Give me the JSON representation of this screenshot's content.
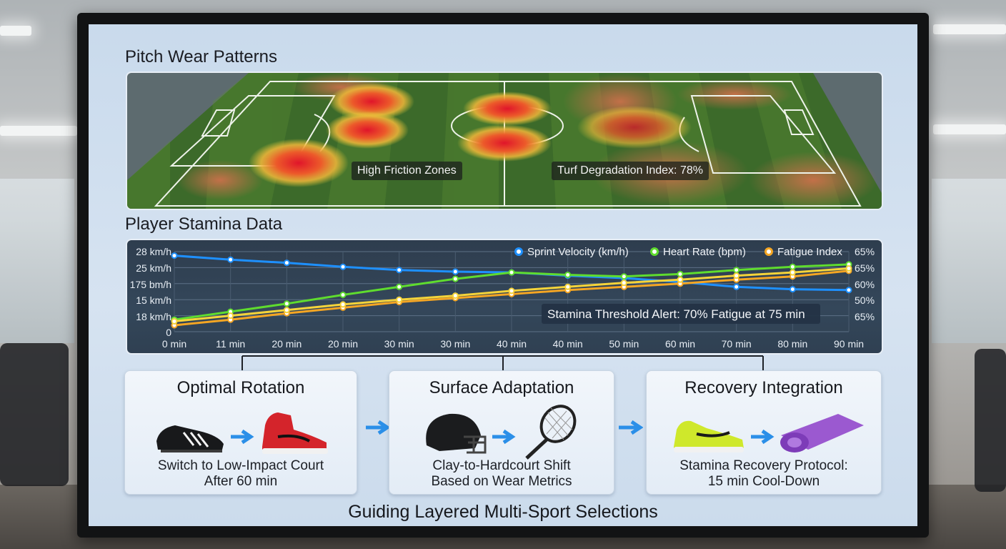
{
  "pitch": {
    "title": "Pitch Wear Patterns",
    "label_friction": "High Friction Zones",
    "label_index": "Turf Degradation Index: 78%"
  },
  "stamina": {
    "title": "Player Stamina Data"
  },
  "chart_data": {
    "type": "line",
    "x_tick_labels": [
      "0 min",
      "11 min",
      "20 min",
      "20 min",
      "30 min",
      "30 min",
      "40 min",
      "40 min",
      "50 min",
      "60 min",
      "70 min",
      "80 min",
      "90 min"
    ],
    "y_left_tick_labels": [
      "28 km/h",
      "25 km/h",
      "175 bm/h",
      "15 km/h",
      "18 km/h",
      "0"
    ],
    "y_right_tick_labels": [
      "65%",
      "65%",
      "60%",
      "50%",
      "65%"
    ],
    "legend_position": "top-right",
    "annotation": "Stamina Threshold Alert: 70% Fatigue at 75 min",
    "series": [
      {
        "name": "Sprint Velocity (km/h)",
        "color": "#1e90ff",
        "values": [
          0.95,
          0.9,
          0.86,
          0.81,
          0.77,
          0.75,
          0.74,
          0.7,
          0.67,
          0.62,
          0.56,
          0.53,
          0.52
        ]
      },
      {
        "name": "Heart Rate (bpm)",
        "color": "#5fdc2e",
        "values": [
          0.15,
          0.25,
          0.35,
          0.46,
          0.56,
          0.66,
          0.74,
          0.71,
          0.69,
          0.72,
          0.77,
          0.81,
          0.84
        ]
      },
      {
        "name": "Fatigue Index",
        "color": "#f5a623",
        "values": [
          0.08,
          0.15,
          0.23,
          0.3,
          0.37,
          0.42,
          0.47,
          0.52,
          0.56,
          0.6,
          0.65,
          0.69,
          0.76
        ]
      }
    ],
    "extra_series_yellow": {
      "color": "#f5d43a",
      "values": [
        0.13,
        0.2,
        0.27,
        0.34,
        0.4,
        0.45,
        0.51,
        0.56,
        0.61,
        0.65,
        0.7,
        0.74,
        0.79
      ]
    }
  },
  "flow": {
    "cards": [
      {
        "title": "Optimal Rotation",
        "desc_line1": "Switch to Low-Impact Court",
        "desc_line2": "After 60 min"
      },
      {
        "title": "Surface Adaptation",
        "desc_line1": "Clay-to-Hardcourt Shift",
        "desc_line2": "Based on Wear Metrics"
      },
      {
        "title": "Recovery Integration",
        "desc_line1": "Stamina Recovery Protocol:",
        "desc_line2": "15 min Cool-Down"
      }
    ],
    "footer": "Guiding Layered Multi-Sport Selections"
  },
  "colors": {
    "arrow": "#2b8fe8",
    "card_bg": "#eef3f9"
  }
}
